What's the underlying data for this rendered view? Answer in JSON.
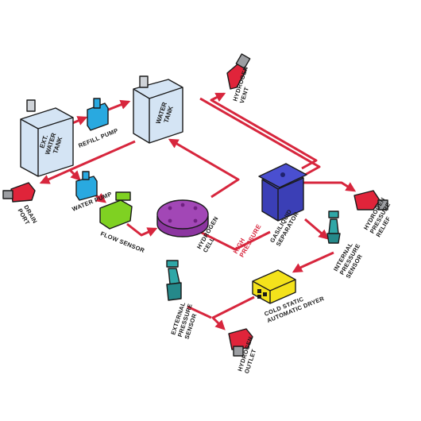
{
  "diagram": {
    "colors": {
      "pipe": "#d7263d",
      "tank": "#d4e4f4",
      "pump": "#29a9e0",
      "flow_sensor": "#7fd122",
      "cell": "#a247b6",
      "separator": "#3b3fb6",
      "sensor": "#2fa7a7",
      "dryer": "#f4e21b",
      "port": "#e0243a"
    },
    "labels": {
      "ext_tank": [
        "EXT.",
        "WATER",
        "TANK"
      ],
      "water_tank": [
        "WATER",
        "TANK"
      ],
      "refill_pump": "REFILL PUMP",
      "hydrogen_vent": [
        "HYDROGEN",
        "VENT"
      ],
      "drain_port": [
        "DRAIN",
        "PORT"
      ],
      "water_pump": "WATER PUMP",
      "flow_sensor": "FLOW SENSOR",
      "hydrogen_cell": [
        "HYDROGEN",
        "CELL"
      ],
      "high_pressure": [
        "HIGH",
        "PRESSURE"
      ],
      "separator": [
        "GAS/LIQUID",
        "SEPARATOR"
      ],
      "pressure_relief": [
        "HYDROGEN",
        "PRESSURE",
        "RELIEF"
      ],
      "internal_sensor": [
        "INTERNAL",
        "PRESSURE",
        "SENSOR"
      ],
      "dryer": [
        "COLD STATIC",
        "AUTOMATIC DRYER"
      ],
      "external_sensor": [
        "EXTERNAL",
        "PRESSURE",
        "SENSOR"
      ],
      "hydrogen_outlet": [
        "HYDROGEN",
        "OUTLET"
      ]
    }
  }
}
